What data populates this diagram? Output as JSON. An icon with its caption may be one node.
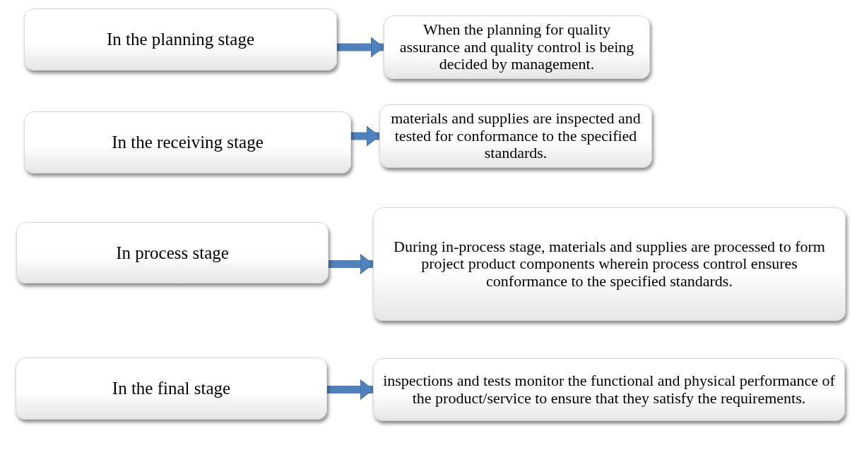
{
  "diagram": {
    "nodes": [
      {
        "text": [
          "In the planning stage"
        ]
      },
      {
        "text": [
          "When the planning for quality assurance and quality control is being decided by management."
        ]
      },
      {
        "text": [
          "In the receiving stage"
        ]
      },
      {
        "text": [
          "materials and supplies are inspected and tested for conformance to the specified standards."
        ]
      },
      {
        "text": [
          "In process stage"
        ]
      },
      {
        "text": [
          "During in-process stage, materials and supplies are processed to form project product components wherein process control ensures conformance to the specified standards."
        ]
      },
      {
        "text": [
          "In the final stage"
        ]
      },
      {
        "text": [
          "inspections and tests monitor the functional and physical performance of the product/service to ensure that they satisfy the requirements."
        ]
      }
    ],
    "edges": [
      {
        "from": 0,
        "to": 1,
        "arrow": "to"
      },
      {
        "from": 2,
        "to": 3,
        "arrow": "to"
      },
      {
        "from": 4,
        "to": 5,
        "arrow": "to"
      },
      {
        "from": 6,
        "to": 7,
        "arrow": "to"
      }
    ]
  }
}
